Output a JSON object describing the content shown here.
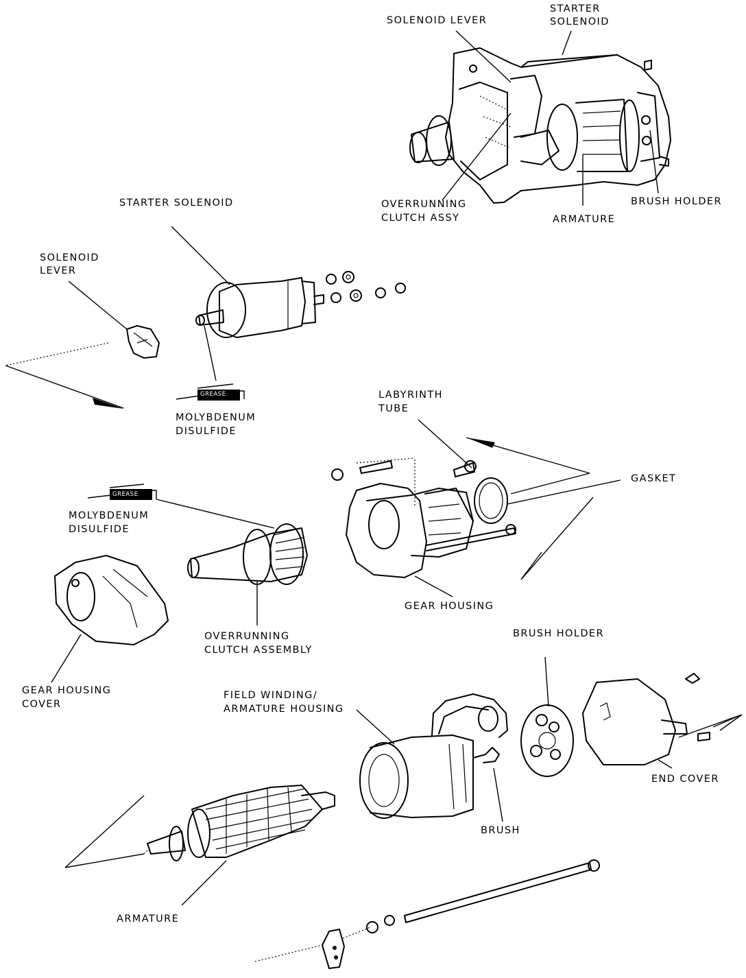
{
  "labels": {
    "solenoid_lever_top": "SOLENOID LEVER",
    "starter_solenoid_top_1": "STARTER",
    "starter_solenoid_top_2": "SOLENOID",
    "overrunning_clutch_assy_1": "OVERRUNNING",
    "overrunning_clutch_assy_2": "CLUTCH ASSY",
    "armature_top": "ARMATURE",
    "brush_holder_top": "BRUSH HOLDER",
    "starter_solenoid_mid": "STARTER SOLENOID",
    "solenoid_lever_mid_1": "SOLENOID",
    "solenoid_lever_mid_2": "LEVER",
    "molybdenum_1_a": "MOLYBDENUM",
    "molybdenum_1_b": "DISULFIDE",
    "labyrinth_tube_1": "LABYRINTH",
    "labyrinth_tube_2": "TUBE",
    "gasket": "GASKET",
    "molybdenum_2_a": "MOLYBDENUM",
    "molybdenum_2_b": "DISULFIDE",
    "gear_housing": "GEAR HOUSING",
    "overrunning_clutch_assembly_1": "OVERRUNNING",
    "overrunning_clutch_assembly_2": "CLUTCH ASSEMBLY",
    "gear_housing_cover_1": "GEAR HOUSING",
    "gear_housing_cover_2": "COVER",
    "brush_holder_bottom": "BRUSH HOLDER",
    "field_winding_1": "FIELD WINDING/",
    "field_winding_2": "ARMATURE HOUSING",
    "end_cover": "END COVER",
    "brush": "BRUSH",
    "armature_bottom": "ARMATURE",
    "grease_tag_1": "GREASE",
    "grease_tag_2": "GREASE"
  }
}
